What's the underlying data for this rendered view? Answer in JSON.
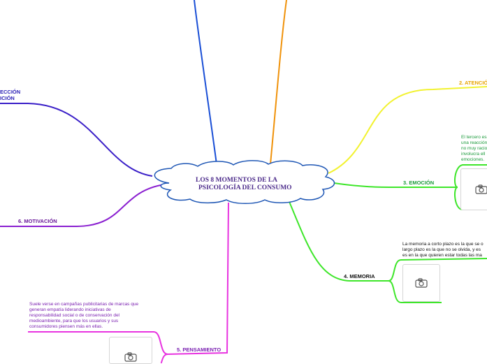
{
  "center": {
    "line1": "LOS 8 MOMENTOS DE LA",
    "line2": "PSICOLOGÍA DEL CONSUMO"
  },
  "branches": {
    "b1": {
      "label": "ECCIÓN\nICIÓN",
      "color": "#2a1fb5"
    },
    "b2": {
      "label": "2. ATENCIÓ",
      "color": "#e8a400"
    },
    "b3": {
      "label": "3. EMOCIÓN",
      "color": "#1a9a3a",
      "note": "El tercero es\nuna reacción\nno muy racio\ninvolucra ell\nemociones."
    },
    "b4": {
      "label": "4. MEMORIA",
      "color": "#111111",
      "note": "La memoria a corto plazo es la que se o\nlargo plazo es la que no se olvida, y es\nes en la que quieren estar todas las ma"
    },
    "b5": {
      "label": "5. PENSAMIENTO",
      "color": "#7a1fb0",
      "note": "Suele verse en campañas publicitarias de marcas que\ngeneran empatía liderando iniciativas de\nresponsabilidad social o de conservación del\nmedioambiente, para que los usuarios y sus\nconsumidores piensen más en ellas."
    },
    "b6": {
      "label": "6. MOTIVACIÓN",
      "color": "#6a1a9a"
    }
  },
  "colors": {
    "center_border": "#1f57b5",
    "blue_line": "#1a4fd6",
    "orange_line": "#f0920a",
    "yellow_line": "#f2f230",
    "green_line": "#3ee62a",
    "magenta_line": "#e833e0",
    "purple_line": "#8a1fd0",
    "indigo_line": "#3a1fc8"
  },
  "icons": [
    "camera-icon",
    "camera-icon",
    "camera-icon",
    "camera-icon"
  ]
}
